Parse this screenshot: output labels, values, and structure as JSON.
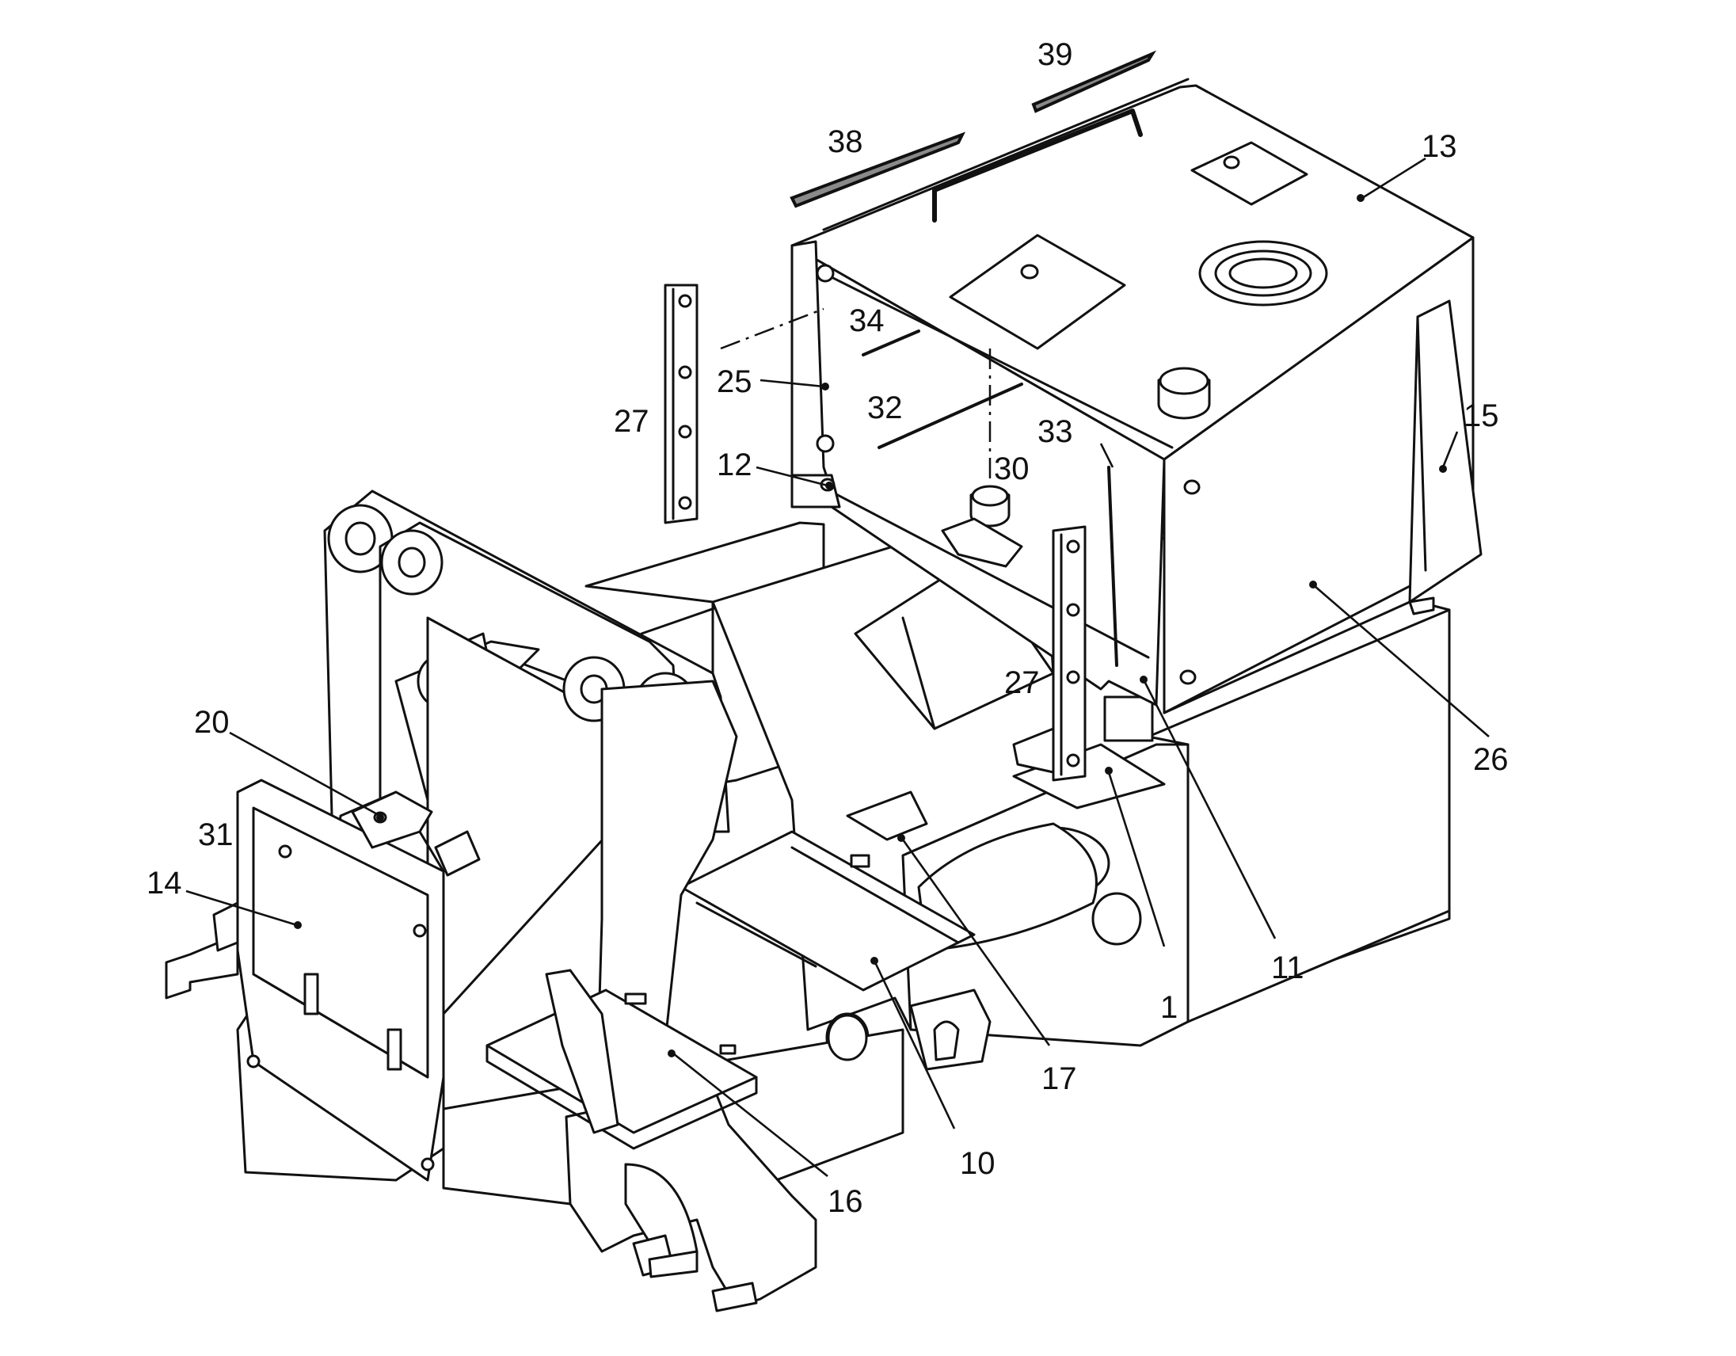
{
  "diagram": {
    "callouts": [
      {
        "id": "c39",
        "label": "39"
      },
      {
        "id": "c38",
        "label": "38"
      },
      {
        "id": "c13",
        "label": "13"
      },
      {
        "id": "c34",
        "label": "34"
      },
      {
        "id": "c25",
        "label": "25"
      },
      {
        "id": "c27a",
        "label": "27"
      },
      {
        "id": "c32",
        "label": "32"
      },
      {
        "id": "c33",
        "label": "33"
      },
      {
        "id": "c15",
        "label": "15"
      },
      {
        "id": "c12",
        "label": "12"
      },
      {
        "id": "c30",
        "label": "30"
      },
      {
        "id": "c27b",
        "label": "27"
      },
      {
        "id": "c26",
        "label": "26"
      },
      {
        "id": "c20",
        "label": "20"
      },
      {
        "id": "c31",
        "label": "31"
      },
      {
        "id": "c14",
        "label": "14"
      },
      {
        "id": "c11",
        "label": "11"
      },
      {
        "id": "c1",
        "label": "1"
      },
      {
        "id": "c17",
        "label": "17"
      },
      {
        "id": "c10",
        "label": "10"
      },
      {
        "id": "c16",
        "label": "16"
      }
    ]
  }
}
